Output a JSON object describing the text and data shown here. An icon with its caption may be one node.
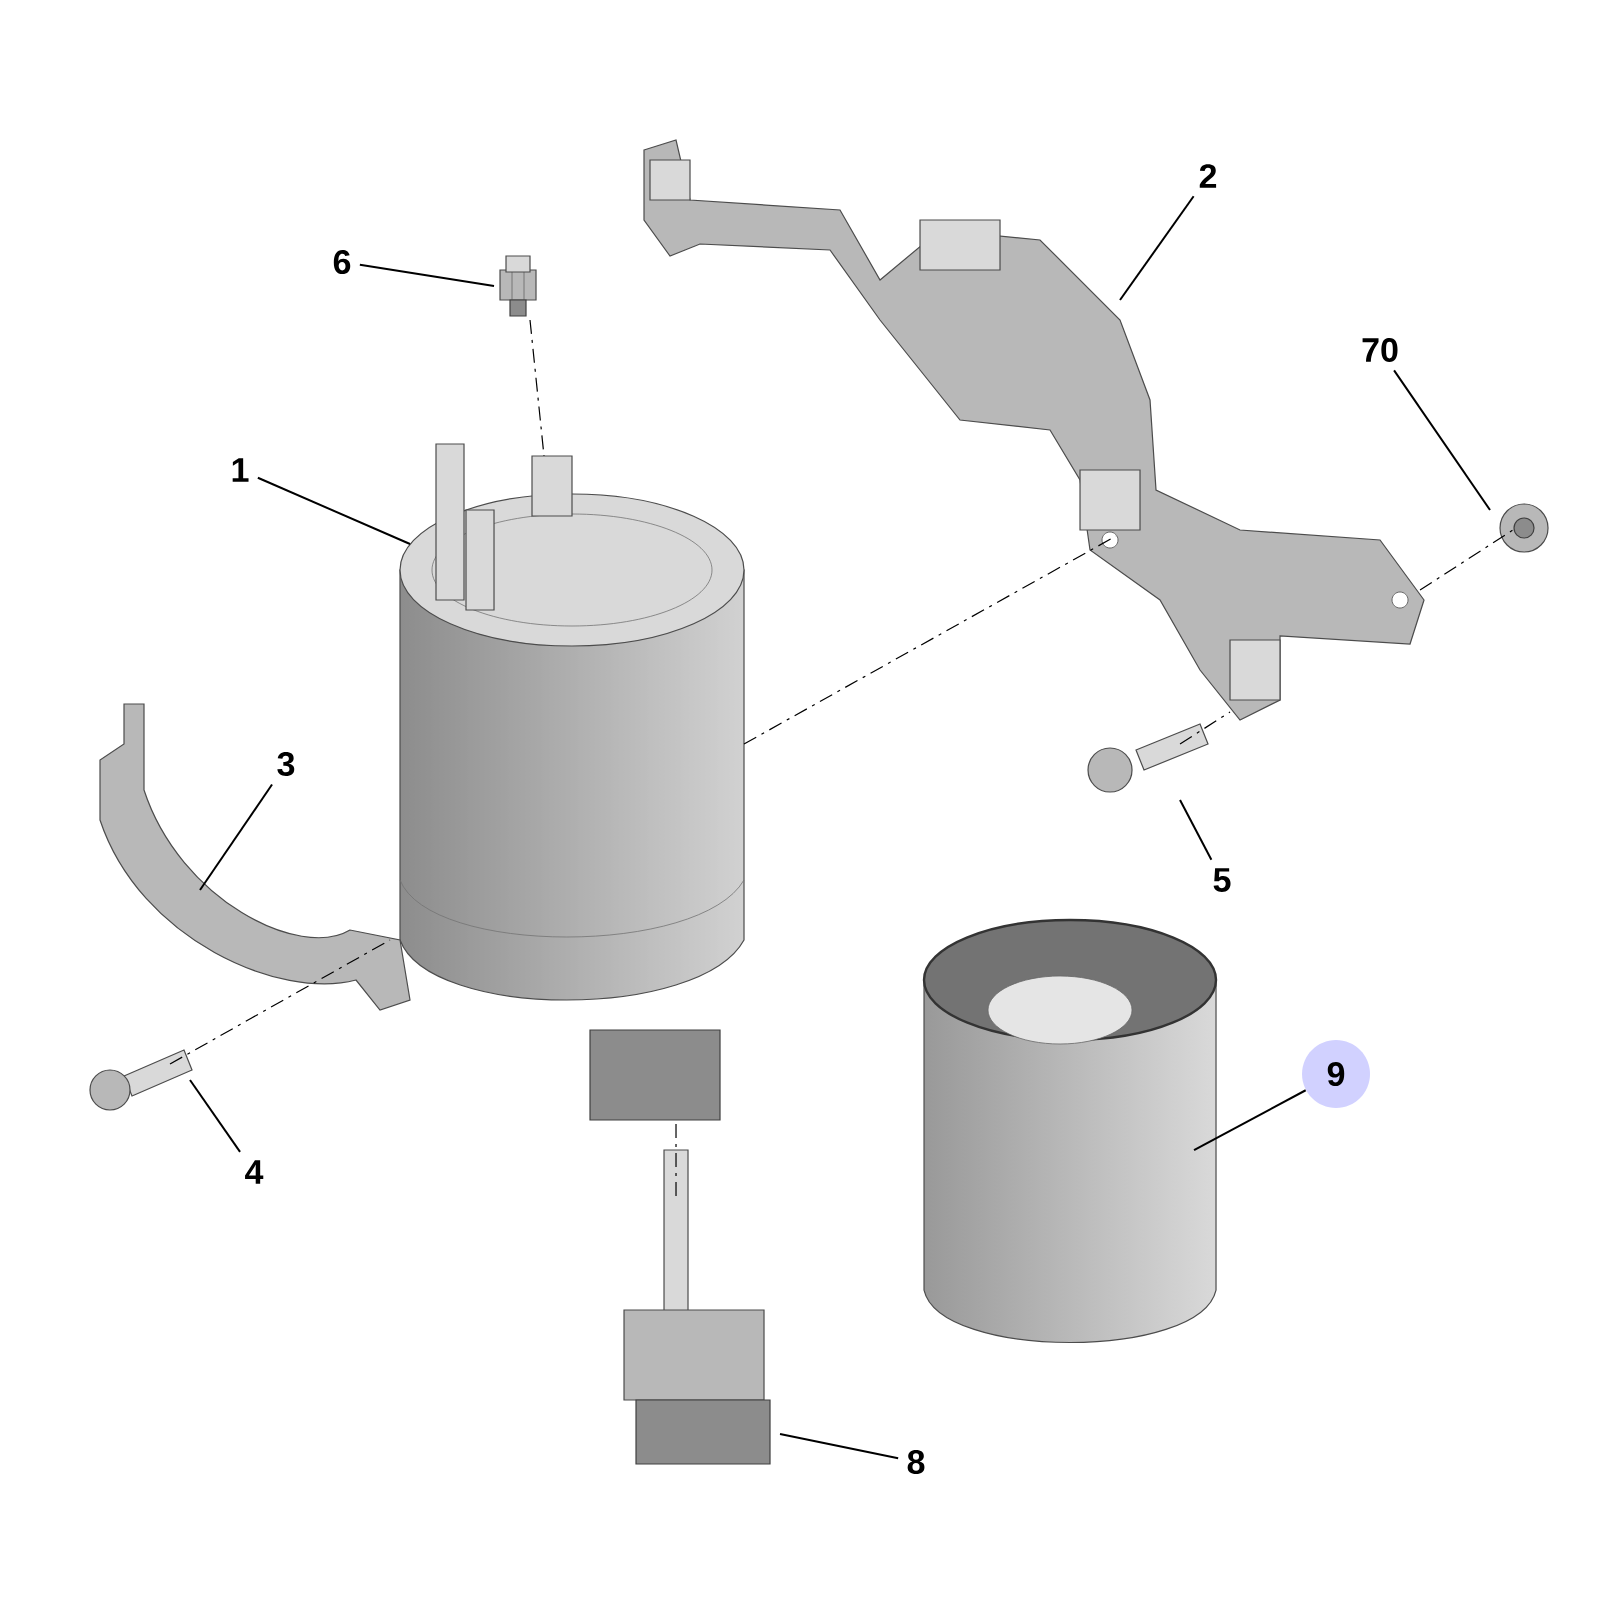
{
  "diagram": {
    "nodes": [
      {
        "text": [
          "6"
        ]
      },
      {
        "text": [
          "2"
        ]
      },
      {
        "text": [
          "70"
        ]
      },
      {
        "text": [
          "1"
        ]
      },
      {
        "text": [
          "3"
        ]
      },
      {
        "text": [
          "5"
        ]
      },
      {
        "text": [
          "9"
        ]
      },
      {
        "text": [
          "4"
        ]
      },
      {
        "text": [
          "8"
        ]
      },
      {
        "text": [],
        "shape": "picture"
      },
      {
        "text": [],
        "shape": "picture"
      },
      {
        "text": [],
        "shape": "picture"
      },
      {
        "text": [],
        "shape": "picture"
      },
      {
        "text": [],
        "shape": "picture"
      },
      {
        "text": [],
        "shape": "picture"
      },
      {
        "text": [],
        "shape": "picture"
      },
      {
        "text": [],
        "shape": "picture"
      },
      {
        "text": [],
        "shape": "picture"
      }
    ],
    "edges": [
      {
        "from": 0,
        "to": 9,
        "arrow": "none"
      },
      {
        "from": 1,
        "to": 10,
        "arrow": "none"
      },
      {
        "from": 2,
        "to": 11,
        "arrow": "none"
      },
      {
        "from": 3,
        "to": 12,
        "arrow": "none"
      },
      {
        "from": 4,
        "to": 13,
        "arrow": "none"
      },
      {
        "from": 5,
        "to": 14,
        "arrow": "none"
      },
      {
        "from": 6,
        "to": 15,
        "arrow": "none"
      },
      {
        "from": 7,
        "to": 16,
        "arrow": "none"
      },
      {
        "from": 8,
        "to": 17,
        "arrow": "none"
      },
      {
        "from": 9,
        "to": 12,
        "arrow": "none",
        "style": "dashed"
      },
      {
        "from": 16,
        "to": 13,
        "arrow": "none",
        "style": "dashed"
      },
      {
        "from": 12,
        "to": 10,
        "arrow": "none",
        "style": "dashed"
      },
      {
        "from": 14,
        "to": 10,
        "arrow": "none",
        "style": "dashed"
      },
      {
        "from": 10,
        "to": 11,
        "arrow": "none",
        "style": "dashed"
      },
      {
        "from": 12,
        "to": 17,
        "arrow": "none",
        "style": "dashed"
      }
    ]
  }
}
